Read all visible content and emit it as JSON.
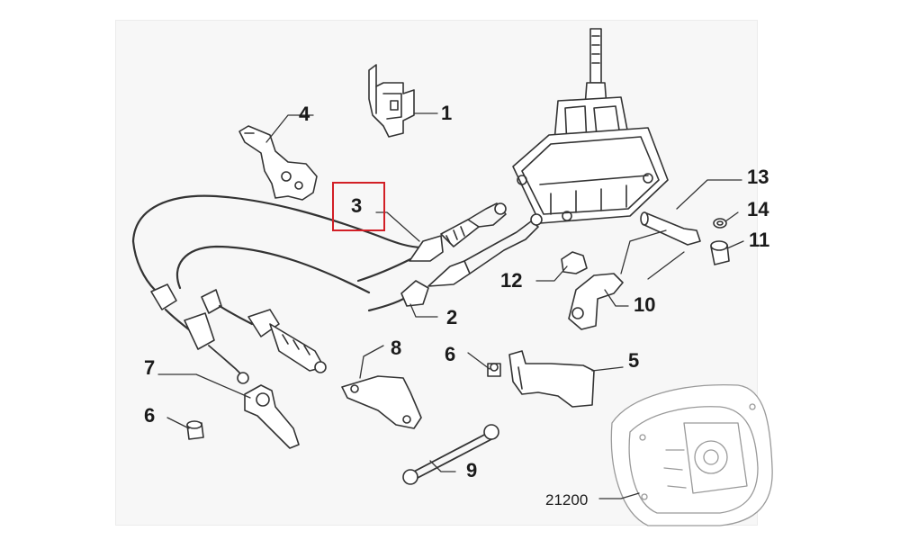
{
  "diagram": {
    "callouts": [
      {
        "id": "1",
        "text": "1"
      },
      {
        "id": "2",
        "text": "2"
      },
      {
        "id": "3",
        "text": "3"
      },
      {
        "id": "4",
        "text": "4"
      },
      {
        "id": "5",
        "text": "5"
      },
      {
        "id": "6a",
        "text": "6"
      },
      {
        "id": "6b",
        "text": "6"
      },
      {
        "id": "7",
        "text": "7"
      },
      {
        "id": "8",
        "text": "8"
      },
      {
        "id": "9",
        "text": "9"
      },
      {
        "id": "10",
        "text": "10"
      },
      {
        "id": "11",
        "text": "11"
      },
      {
        "id": "12",
        "text": "12"
      },
      {
        "id": "13",
        "text": "13"
      },
      {
        "id": "14",
        "text": "14"
      },
      {
        "id": "ref",
        "text": "21200"
      }
    ],
    "highlighted_callout": "3",
    "highlight_color": "#d21f26",
    "line_color": "#333333"
  }
}
